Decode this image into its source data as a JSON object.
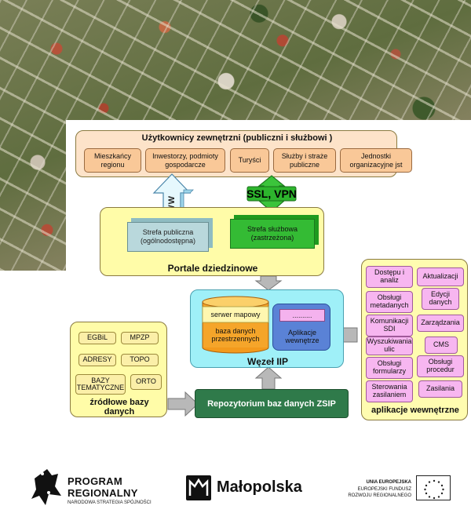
{
  "users": {
    "title": "Użytkownicy zewnętrzni  (publiczni i służbowi )",
    "items": [
      "Mieszkańcy regionu",
      "Inwestorzy, podmioty gospodarcze",
      "Turyści",
      "Służby i straże publiczne",
      "Jednostki organizacyjne jst"
    ]
  },
  "arrows": {
    "www": "WWW",
    "ssl": "SSL, VPN"
  },
  "portal": {
    "title": "Portale dziedzinowe",
    "public_zone": "Strefa publiczna (ogólnodostępna)",
    "service_zone": "Strefa służbowa (zastrzeżona)"
  },
  "node": {
    "title": "Węzeł IIP",
    "map_server": "serwer mapowy",
    "spatial_db": "baza danych przestrzennych",
    "dots": "..........",
    "internal_apps": "Aplikacje wewnętrze"
  },
  "sources": {
    "title": "źródłowe bazy danych",
    "items": [
      "EGBiL",
      "MPZP",
      "ADRESY",
      "TOPO",
      "BAZY TEMATYCZNE",
      "ORTO"
    ]
  },
  "repository": "Repozytorium  baz danych ZSIP",
  "internal": {
    "title": "aplikacje wewnętrzne",
    "items": [
      "Dostępu i analiz",
      "Aktualizacji",
      "Obsługi metadanych",
      "Edycji danych",
      "Komunikacji SDI",
      "Zarządzania",
      "Wyszukiwania ulic",
      "CMS",
      "Obsługi formularzy",
      "Obsługi procedur",
      "Sterowania zasilaniem",
      "Zasilania"
    ]
  },
  "logos": {
    "program_line1": "PROGRAM",
    "program_line2": "REGIONALNY",
    "program_sub": "NARODOWA STRATEGIA SPÓJNOŚCI",
    "malopolska": "Małopolska",
    "eu_line1": "UNIA EUROPEJSKA",
    "eu_line2": "EUROPEJSKI FUNDUSZ",
    "eu_line3": "ROZWOJU REGIONALNEGO"
  },
  "colors": {
    "users_bg": "#fde3c9",
    "item_bg": "#f9c898",
    "portal_bg": "#fffca8",
    "node_bg": "#9ff0f8",
    "repo_bg": "#2f7a4a",
    "internal_bg": "#fffcb0",
    "pink": "#f7b6f0",
    "green": "#22bb22"
  }
}
